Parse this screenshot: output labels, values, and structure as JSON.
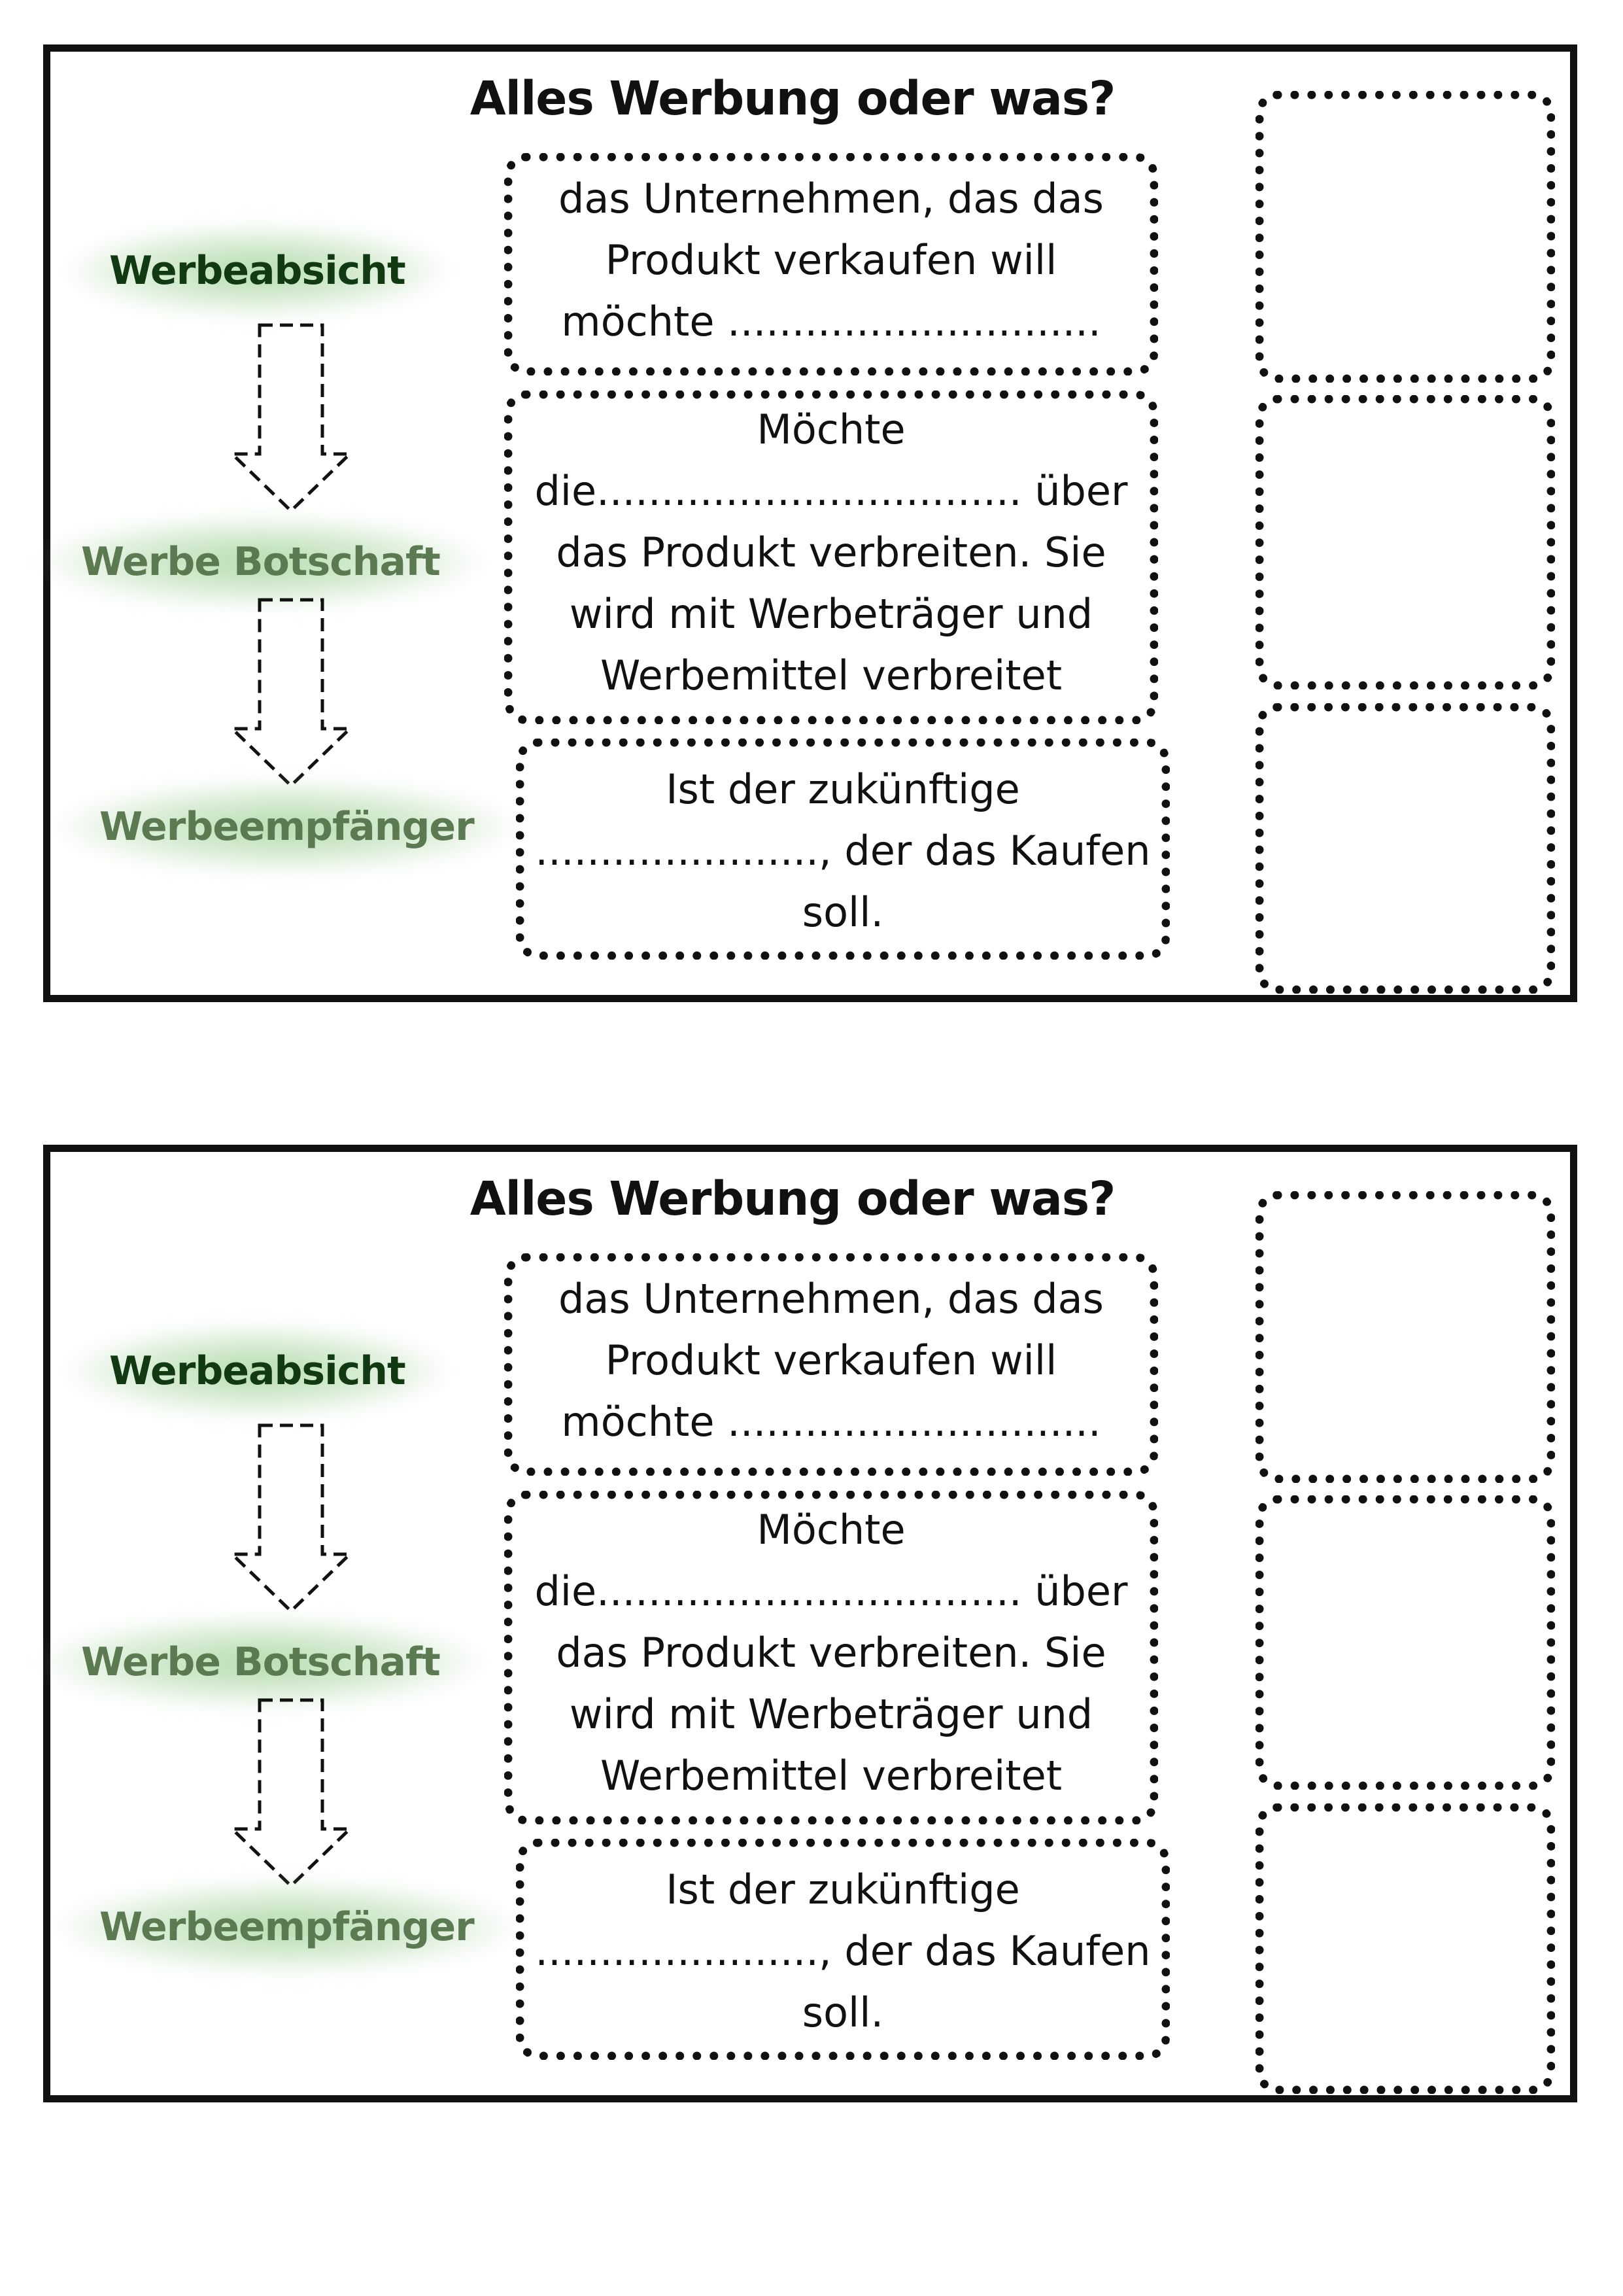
{
  "worksheet": {
    "title": "Alles Werbung oder was?",
    "labels": {
      "absicht": "Werbeabsicht",
      "botschaft": "Werbe Botschaft",
      "empfaenger": "Werbeempfänger"
    },
    "boxes": {
      "box1": "das Unternehmen, das das\nProdukt verkaufen will\nmöchte .............................",
      "box2": "Möchte\ndie................................. über\ndas Produkt verbreiten. Sie\nwird mit Werbeträger und\nWerbemittel verbreitet",
      "box3": "Ist der zukünftige\n......................, der das Kaufen\nsoll."
    },
    "colors": {
      "border": "#111111",
      "highlight_green": "#8ccf7e",
      "label_dark": "#123a12",
      "label_light": "#5b7a52"
    },
    "icons": [
      "dashed-down-arrow-icon"
    ]
  }
}
